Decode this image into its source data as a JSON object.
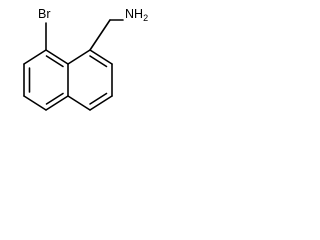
{
  "molecule": {
    "atoms": {
      "bromine": "Br",
      "amine_main": "NH",
      "amine_subscript": "2"
    }
  }
}
